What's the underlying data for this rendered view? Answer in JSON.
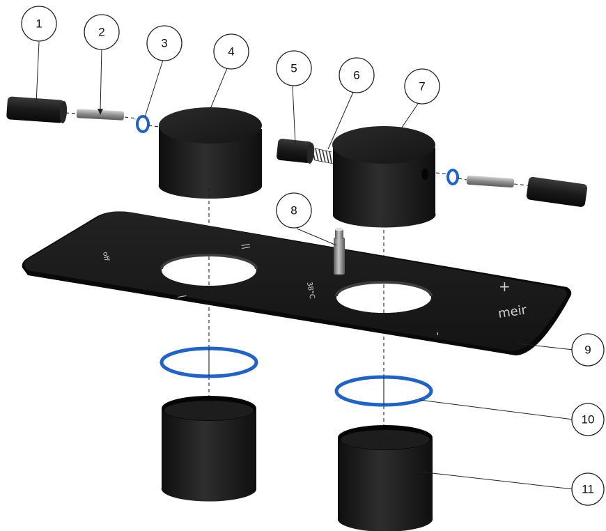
{
  "callouts": [
    "1",
    "2",
    "3",
    "4",
    "5",
    "6",
    "7",
    "8",
    "9",
    "10",
    "11"
  ],
  "plate_markings": {
    "off": "off",
    "flow_max": "||",
    "flow_min": "|",
    "temperature": "38°C",
    "plus": "+",
    "minus": "-",
    "brand": "meir"
  },
  "colors": {
    "part_black": "#1c1c1c",
    "o_ring_blue": "#1f63c9",
    "pin_grey": "#9a9a9a"
  }
}
